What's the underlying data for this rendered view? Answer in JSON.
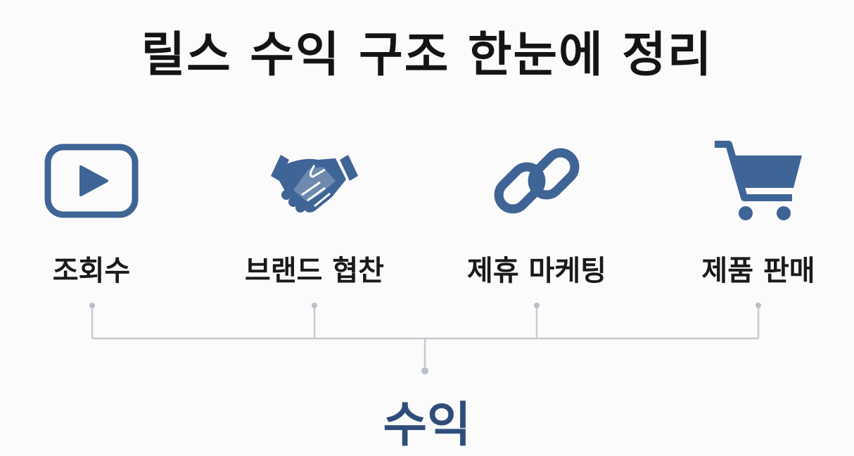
{
  "title": "릴스 수익 구조 한눈에 정리",
  "accent_color": "#3f6496",
  "sources": [
    {
      "label": "조회수",
      "icon": "play-button-icon"
    },
    {
      "label": "브랜드 협찬",
      "icon": "handshake-icon"
    },
    {
      "label": "제휴 마케팅",
      "icon": "chain-link-icon"
    },
    {
      "label": "제품 판매",
      "icon": "shopping-cart-icon"
    }
  ],
  "result": "수익"
}
